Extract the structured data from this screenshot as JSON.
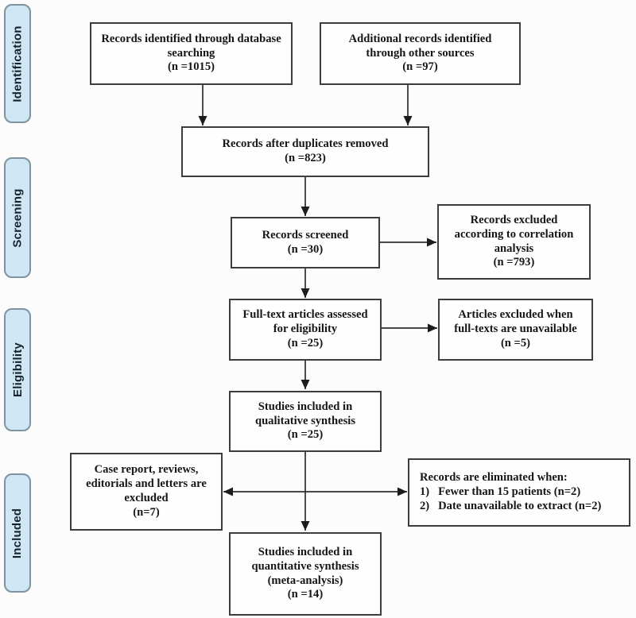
{
  "figure": {
    "kind": "prisma-flow-diagram"
  },
  "sidebar": {
    "stages": [
      {
        "id": "identification",
        "label": "Identification"
      },
      {
        "id": "screening",
        "label": "Screening"
      },
      {
        "id": "eligibility",
        "label": "Eligibility"
      },
      {
        "id": "included",
        "label": "Included"
      }
    ]
  },
  "flowchart": {
    "boxes": {
      "database_records": {
        "text": "Records identified through database\nsearching\n(n =1015)"
      },
      "other_sources": {
        "text": "Additional records identified\nthrough other sources\n(n =97)"
      },
      "after_duplicates": {
        "text": "Records after duplicates removed\n(n =823)"
      },
      "records_screened": {
        "text": "Records screened\n(n =30)"
      },
      "excluded_correlation": {
        "text": "Records excluded\naccording to correlation\nanalysis\n(n =793)"
      },
      "fulltext_assessed": {
        "text": "Full-text articles assessed\nfor eligibility\n(n =25)"
      },
      "excluded_unavailable": {
        "text": "Articles excluded when\nfull-texts are unavailable\n(n =5)"
      },
      "qualitative_synthesis": {
        "text": "Studies included in\nqualitative synthesis\n(n =25)"
      },
      "case_reports_excluded": {
        "text": "Case report, reviews,\neditorials and letters are\nexcluded\n(n=7)"
      },
      "records_eliminated": {
        "text": "Records are eliminated when:\n1)   Fewer than 15 patients (n=2)\n2)   Date unavailable to extract (n=2)"
      },
      "quantitative_synthesis": {
        "text": "Studies included in\nquantitative synthesis\n(meta-analysis)\n(n =14)"
      }
    }
  },
  "colors": {
    "stage_fill": "#cfe6f5",
    "stage_border": "#7f93a0",
    "stage_text": "#16222e",
    "box_border": "#3d3d3d",
    "arrow": "#2e2e2e",
    "page_bg": "#fcfcfc"
  }
}
